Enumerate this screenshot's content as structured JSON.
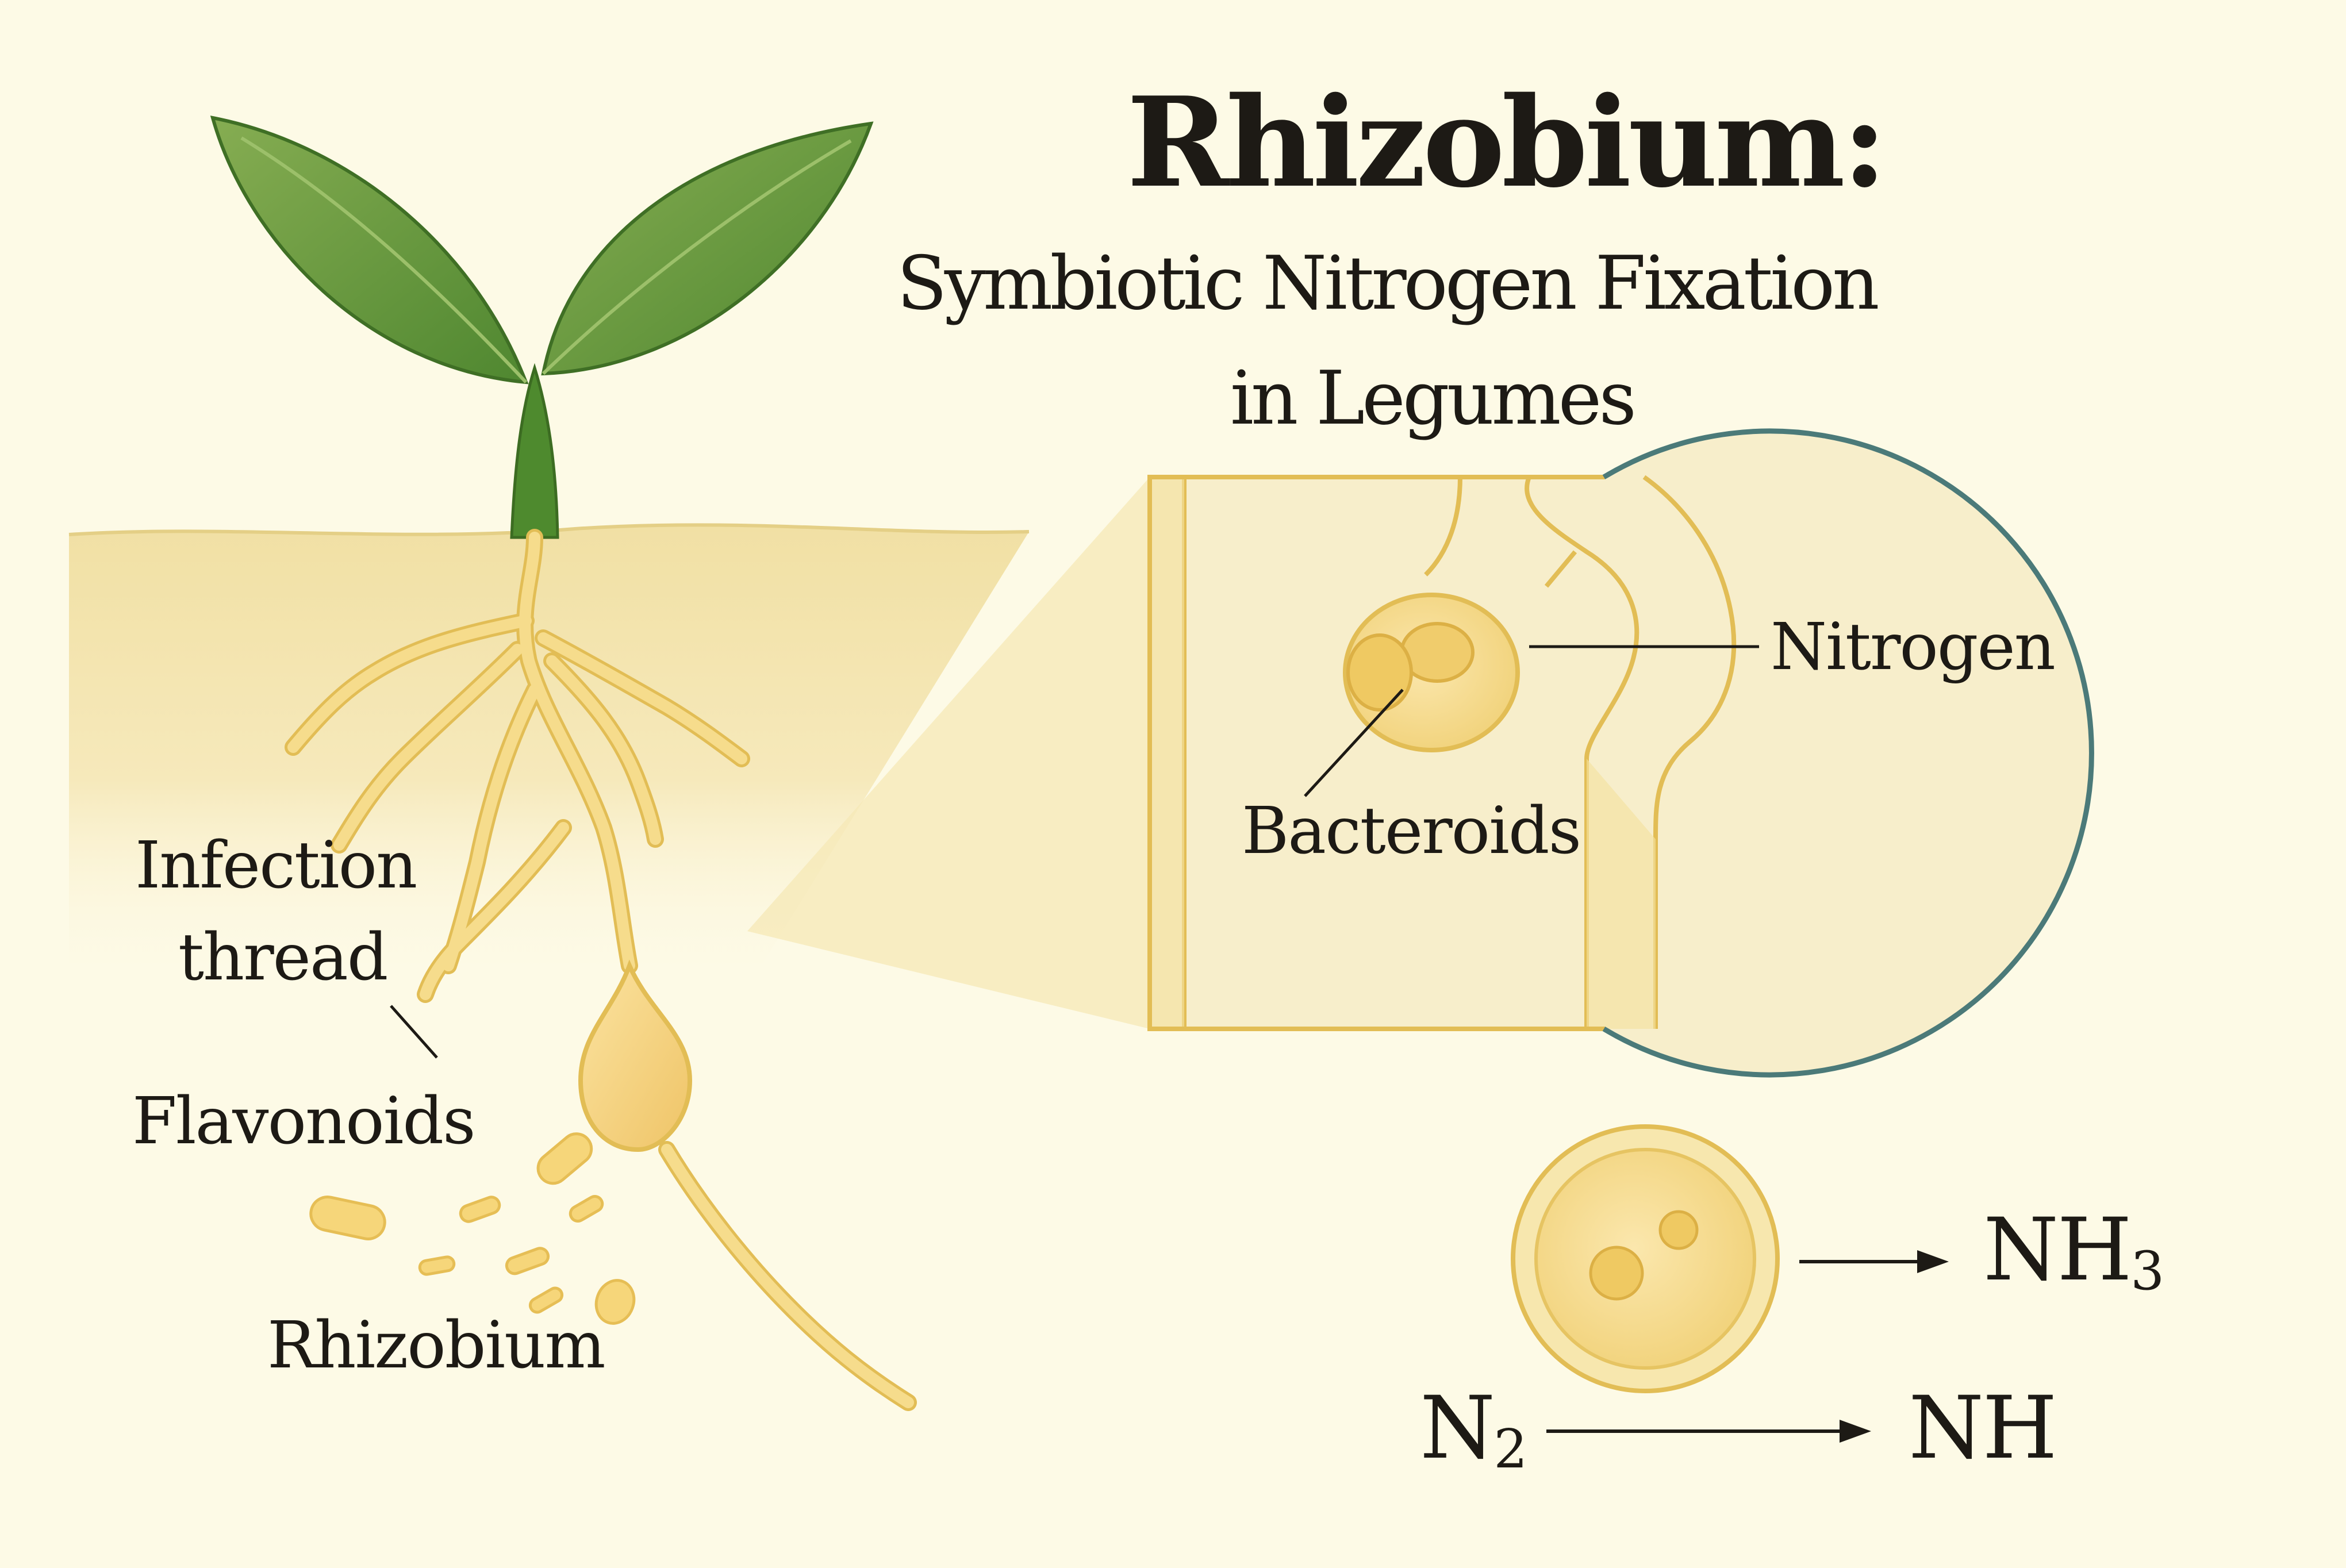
{
  "title": {
    "line1": "Rhizobium:",
    "line2": "Symbiotic Nitrogen Fixation",
    "line3": "in Legumes"
  },
  "labels": {
    "infection_line1": "Infection",
    "infection_line2": "thread",
    "flavonoids": "Flavonoids",
    "rhizobium": "Rhizobium",
    "nitrogen": "Nitrogen",
    "bacteroids": "Bacteroids"
  },
  "equations": {
    "nh3_base": "NH",
    "nh3_sub": "3",
    "n2_base": "N",
    "n2_sub": "2",
    "nh": "NH"
  },
  "colors": {
    "background": "#fdfae6",
    "soil": "#f3e4ab",
    "root": "#f3d77e",
    "root_outline": "#e2bd55",
    "leaf": "#6c9a43",
    "stem": "#4e8a2e",
    "inset_border": "#4b7a79",
    "ink": "#1d1a15"
  }
}
